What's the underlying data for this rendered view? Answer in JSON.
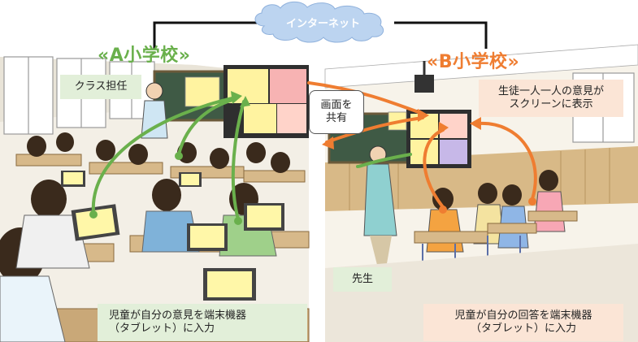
{
  "network": {
    "label": "インターネット",
    "cloud_color": "#bcd4f0"
  },
  "school_a": {
    "title": "«A小学校»",
    "title_color": "#6ab04c",
    "teacher_label": "クラス担任",
    "input_caption_line1": "児童が自分の意見を端末機器",
    "input_caption_line2": "（タブレット）に入力"
  },
  "school_b": {
    "title": "«B小学校»",
    "title_color": "#ef7d31",
    "teacher_label": "先生",
    "display_caption_line1": "生徒一人一人の意見が",
    "display_caption_line2": "スクリーンに表示",
    "input_caption_line1": "児童が自分の回答を端末機器",
    "input_caption_line2": "（タブレット）に入力"
  },
  "share": {
    "line1": "画面を",
    "line2": "共有"
  },
  "colors": {
    "green_arrow": "#6ab04c",
    "orange_arrow": "#ef7d31",
    "green_box": "#e2efd9",
    "orange_box": "#fbe5d6"
  }
}
